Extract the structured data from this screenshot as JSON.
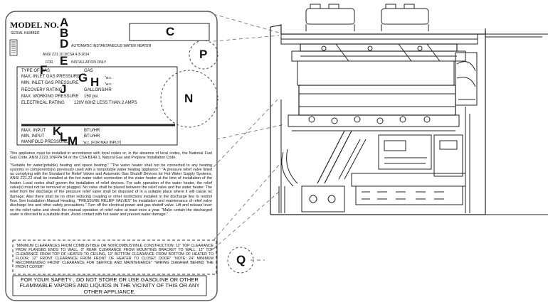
{
  "label": {
    "model_no": "MODEL NO.",
    "serial_number": "SERIAL NUMBER",
    "product_name": "AUTOMATIC INSTANTANEOUS WATER HEATER",
    "ansi_line": "ANSI Z21.10.3/CSA 4.3-2014",
    "for": "FOR",
    "installation_only": "INSTALLATION ONLY",
    "type_of_gas": "TYPE OF GAS",
    "gas": "GAS",
    "max_inlet": "MAX. INLET GAS PRESSURE",
    "min_inlet": "MIN. INLET GAS PRESSURE",
    "w_c": "\"w.c.",
    "recovery": "RECOVERY RATING",
    "gal_hour": "GALLONS/HR",
    "max_working": "MAX. WORKING PRESSURE",
    "psi": "150 psi",
    "electrical": "ELECTRICAL RATING",
    "electrical_value": "120V 60HZ LESS THAN 2 AMPS",
    "max_input": "MAX. INPUT",
    "min_input": "MIN. INPUT",
    "btu": "BTU/HR",
    "manifold": "MANIFOLD PRESSURE",
    "manifold_value": "\"w.c. (FOR MAX INPUT)",
    "para1": "This appliance must be installed in accordance with local codes or, in the absence of local codes, the National Fuel Gas Code, ANSI Z223.1/NFPA 54 or the CSA B149.1, Natural Gas and Propane Installation Code.",
    "para2": "\"Suitable for water(potable) heating and space heating.\" \"The water heater shall not be connected to any heating systems or components(s) previously used with a nonpotable water heating appliance.\" \"A pressure relief valve listed as complying with the Standard for Relief Valves and Automatic Gas Shutoff Devices for Hot Water Supply Systems, ANSI Z21.22 shall be installed at the hot water outlet connection of the water heater at the time of installation of the heater. Local codes shall govern the installation of relief devices. For safe operation of the water heater, the relief valve(s) must not be removed or plugged. No valve shall be placed between the relief valve and the water heater. The relief from the discharge of the pressure relief valve shall be disposed of in a suitable place where it will cause no damage. Also there shall be no other reducing coupling or other restrictions installed in the discharge line to restrict flow. See Installation Manual Heading, \"PRESSURE RELIEF VALVES\" for installation and maintenance of relief valve discharge line and other safety precautions.\" Turn off the electrical power and gas shutoff valve. Lift and release lever on the relief valve and check the manual operation of relief valve at least once a year. \"Make certain the discharged water is directed to a suitable drain. Avoid contact with hot water and prevent water damage.\"",
    "clearance": "\"MINIMUM CLEARANCES FROM COMBUSTIBLE OR NONCOMBUSTIBLE CONSTRUCTION: 12\" TOP CLEARANCE FROM FLANGED ENDS TO WALL, 0\" REAR CLEARANCE FROM MOUNTING BRACKET TO WALL, 12\" TOP CLEARANCE FROM TOP OF HEATER TO CEILING, 12\" BOTTOM CLEARANCE FROM BOTTOM OF HEATER TO FLOOR, 12\" FRONT CLEARANCE FROM FRONT OF HEATER TO CLOSET DOOR\" \"NOTE: 24\" MINIMUM RECOMMENDED FRONT CLEARANCE FOR SERVICE AND MAINTENANCE\" \"WIRING DIAGRAM BEHIND THE FRONT COVER\"",
    "safety": "FOR YOUR SAFETY , DO NOT STORE OR USE GASOLINE OR OTHER FLAMMABLE VAPORS AND LIQUIDS IN THE VICINITY OF THIS OR ANY OTHER APPLIANCE."
  },
  "callouts": [
    "A",
    "B",
    "C",
    "D",
    "E",
    "F",
    "G",
    "H",
    "J",
    "K",
    "L",
    "M",
    "N",
    "P",
    "Q"
  ]
}
